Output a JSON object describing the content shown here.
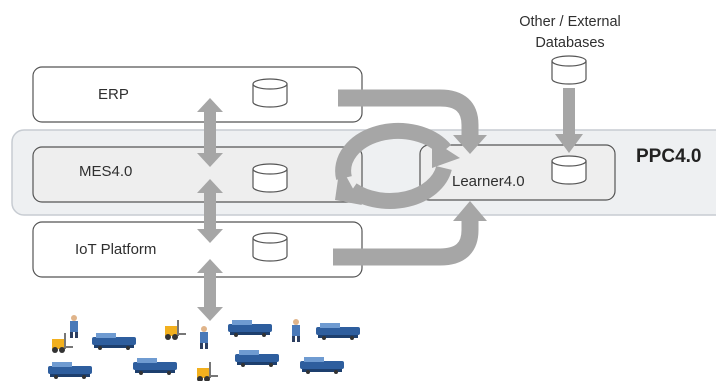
{
  "external_databases": {
    "line1": "Other / External",
    "line2": "Databases"
  },
  "ppc_label": "PPC4.0",
  "layers": {
    "erp": "ERP",
    "mes": "MES4.0",
    "iot": "IoT Platform",
    "learner": "Learner4.0"
  },
  "icons": {
    "database": "database-cylinder-icon",
    "machine": "machine-icon",
    "worker": "worker-icon",
    "forklift": "forklift-icon"
  },
  "colors": {
    "ppc_band_fill": "#eef0f2",
    "ppc_band_stroke": "#c7ccd2",
    "box_stroke": "#555555",
    "arrow_gray": "#a6a6a6",
    "machine_blue": "#2e5e9e"
  }
}
